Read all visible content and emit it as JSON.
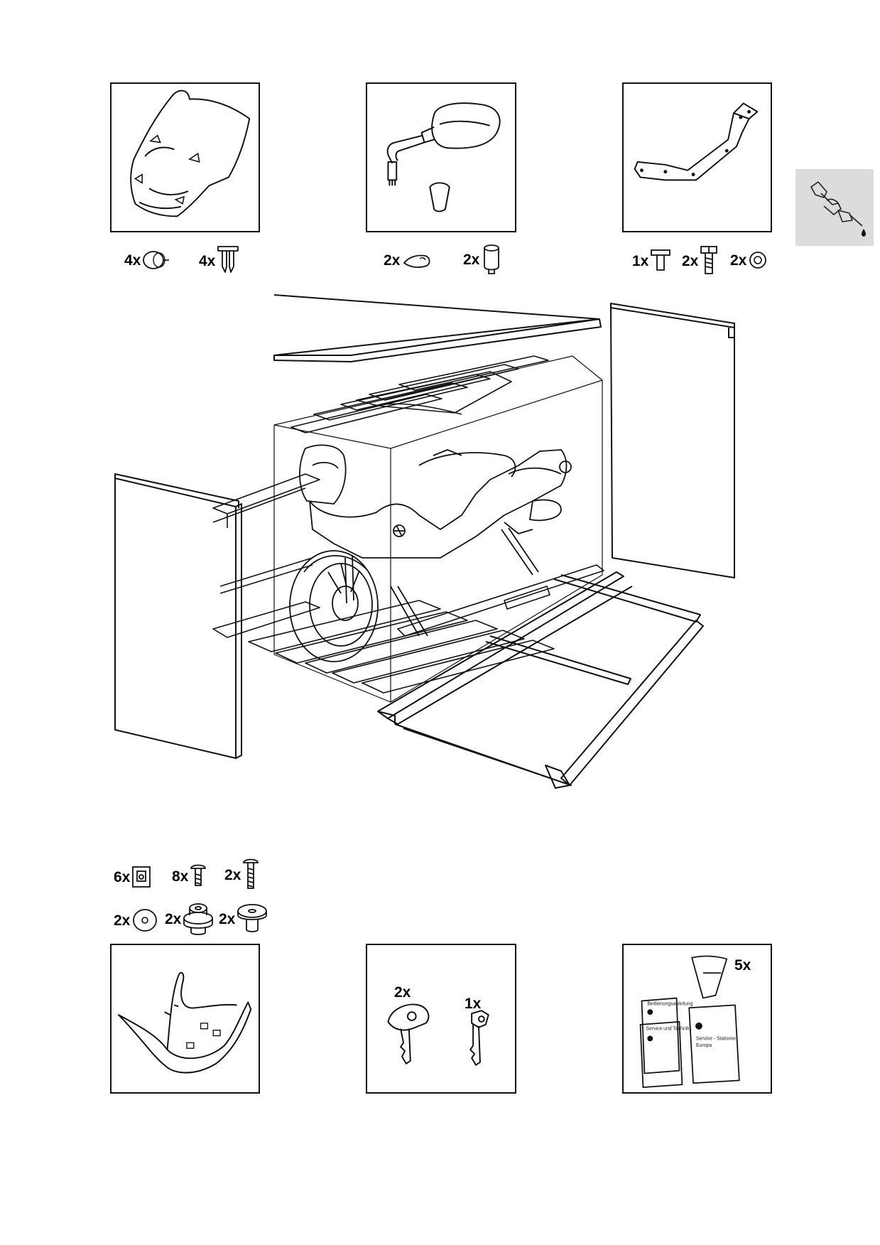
{
  "kits": {
    "windshield": {
      "qty_a": "4x",
      "icon_a": "grommet-icon",
      "qty_b": "4x",
      "icon_b": "expansion-rivet-icon"
    },
    "mirror": {
      "qty_a": "2x",
      "icon_a": "rubber-pad-icon",
      "qty_b": "2x",
      "icon_b": "sleeve-nut-icon"
    },
    "bracket": {
      "qty_a": "1x",
      "icon_a": "wing-bolt-icon",
      "qty_b": "2x",
      "icon_b": "hex-bolt-icon",
      "qty_c": "2x",
      "icon_c": "washer-icon"
    },
    "crate": {
      "row1": [
        {
          "qty": "6x",
          "icon": "clip-nut-icon"
        },
        {
          "qty": "8x",
          "icon": "short-screw-icon"
        },
        {
          "qty": "2x",
          "icon": "long-screw-icon"
        }
      ],
      "row2": [
        {
          "qty": "2x",
          "icon": "flat-washer-icon"
        },
        {
          "qty": "2x",
          "icon": "rubber-grommet-icon"
        },
        {
          "qty": "2x",
          "icon": "spacer-icon"
        }
      ]
    },
    "keys": {
      "qty_a": "2x",
      "qty_b": "1x"
    },
    "documents": {
      "qty": "5x",
      "book_a": "Bedienungsanleitung",
      "book_b": "Service und Technik",
      "book_c_line1": "Service - Stationen",
      "book_c_line2": "Europa"
    }
  },
  "colors": {
    "line": "#111111",
    "tab": "#dcdcdc"
  }
}
